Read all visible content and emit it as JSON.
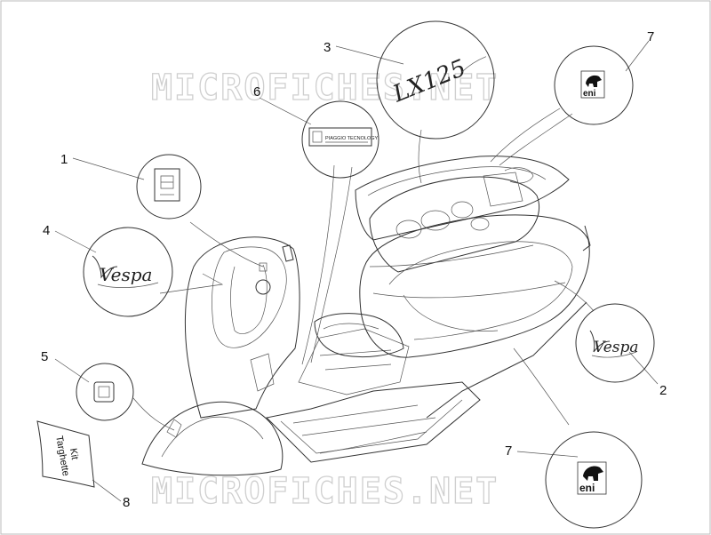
{
  "watermark": {
    "text": "MICROFICHES.NET"
  },
  "callouts": [
    {
      "id": "callout-1",
      "label": "1"
    },
    {
      "id": "callout-2",
      "label": "2"
    },
    {
      "id": "callout-3",
      "label": "3"
    },
    {
      "id": "callout-4",
      "label": "4"
    },
    {
      "id": "callout-5",
      "label": "5"
    },
    {
      "id": "callout-6",
      "label": "6"
    },
    {
      "id": "callout-7a",
      "label": "7"
    },
    {
      "id": "callout-7b",
      "label": "7"
    },
    {
      "id": "callout-8",
      "label": "8"
    }
  ],
  "parts": {
    "vespa_badge": "Vespa",
    "lx_badge": "LX125",
    "eni_badge": "eni",
    "piaggio_plate": "PIAGGIO TECNOLOGY",
    "kit": {
      "line1": "Kit",
      "line2": "Targhette"
    }
  }
}
